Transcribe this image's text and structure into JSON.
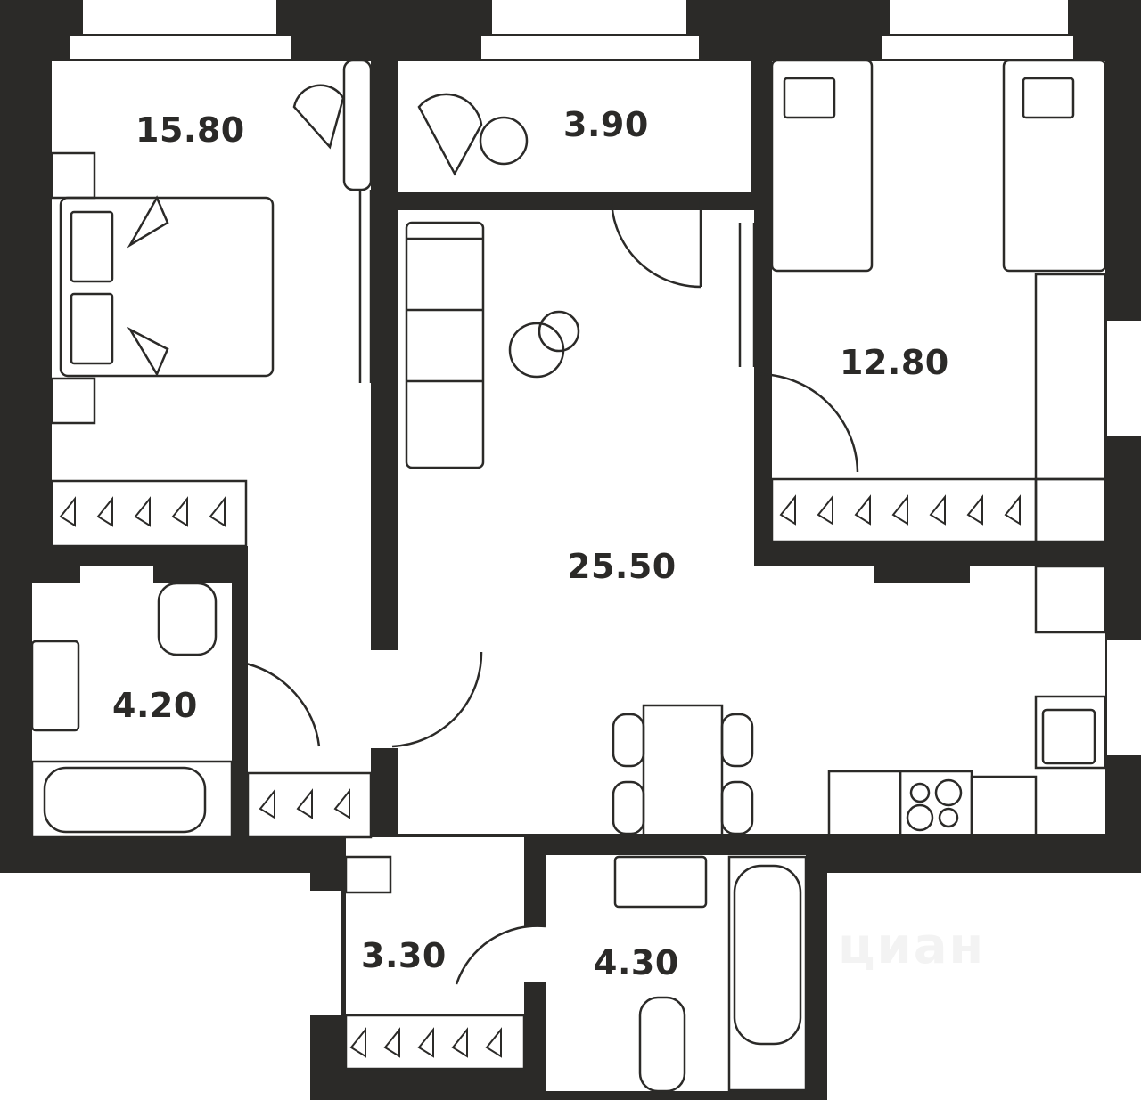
{
  "plan": {
    "type": "apartment floor plan",
    "wall_color": "#2b2a28",
    "floor_color": "#ffffff",
    "rooms": [
      {
        "id": "bedroom-1",
        "area": "15.80"
      },
      {
        "id": "loggia",
        "area": "3.90"
      },
      {
        "id": "bedroom-2",
        "area": "12.80"
      },
      {
        "id": "living-kitchen",
        "area": "25.50"
      },
      {
        "id": "bathroom-1",
        "area": "4.20"
      },
      {
        "id": "hallway",
        "area": "3.30"
      },
      {
        "id": "bathroom-2",
        "area": "4.30"
      }
    ]
  },
  "watermark": {
    "text": "циан"
  }
}
